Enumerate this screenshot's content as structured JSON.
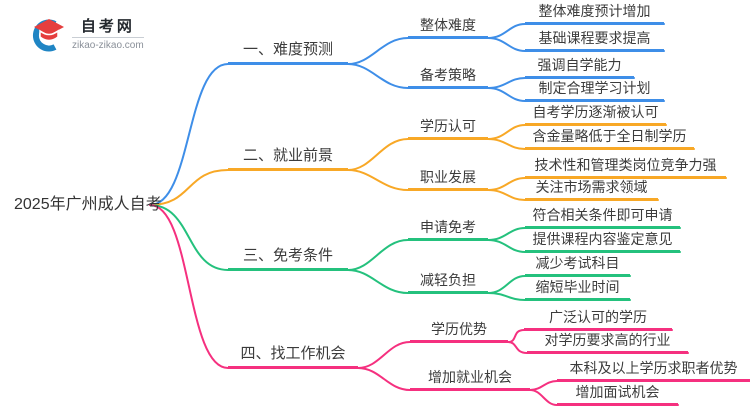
{
  "logo": {
    "title": "自考网",
    "domain": "zikao-zikao.com"
  },
  "root_label": "2025年广州成人自考",
  "colors": {
    "branch1_blue": "#3E8EE8",
    "branch2_orange": "#F8A826",
    "branch3_green": "#24C17D",
    "branch4_pink": "#F5307F",
    "text": "#3C3C3C",
    "logo_blue": "#1F85C4",
    "logo_red": "#E53E3E"
  },
  "branches": [
    {
      "label": "一、难度预测",
      "children": [
        {
          "label": "整体难度",
          "children": [
            {
              "label": "整体难度预计增加"
            },
            {
              "label": "基础课程要求提高"
            }
          ]
        },
        {
          "label": "备考策略",
          "children": [
            {
              "label": "强调自学能力"
            },
            {
              "label": "制定合理学习计划"
            }
          ]
        }
      ]
    },
    {
      "label": "二、就业前景",
      "children": [
        {
          "label": "学历认可",
          "children": [
            {
              "label": "自考学历逐渐被认可"
            },
            {
              "label": "含金量略低于全日制学历"
            }
          ]
        },
        {
          "label": "职业发展",
          "children": [
            {
              "label": "技术性和管理类岗位竞争力强"
            },
            {
              "label": "关注市场需求领域"
            }
          ]
        }
      ]
    },
    {
      "label": "三、免考条件",
      "children": [
        {
          "label": "申请免考",
          "children": [
            {
              "label": "符合相关条件即可申请"
            },
            {
              "label": "提供课程内容鉴定意见"
            }
          ]
        },
        {
          "label": "减轻负担",
          "children": [
            {
              "label": "减少考试科目"
            },
            {
              "label": "缩短毕业时间"
            }
          ]
        }
      ]
    },
    {
      "label": "四、找工作机会",
      "children": [
        {
          "label": "学历优势",
          "children": [
            {
              "label": "广泛认可的学历"
            },
            {
              "label": "对学历要求高的行业"
            }
          ]
        },
        {
          "label": "增加就业机会",
          "children": [
            {
              "label": "本科及以上学历求职者优势"
            },
            {
              "label": "增加面试机会"
            }
          ]
        }
      ]
    }
  ]
}
